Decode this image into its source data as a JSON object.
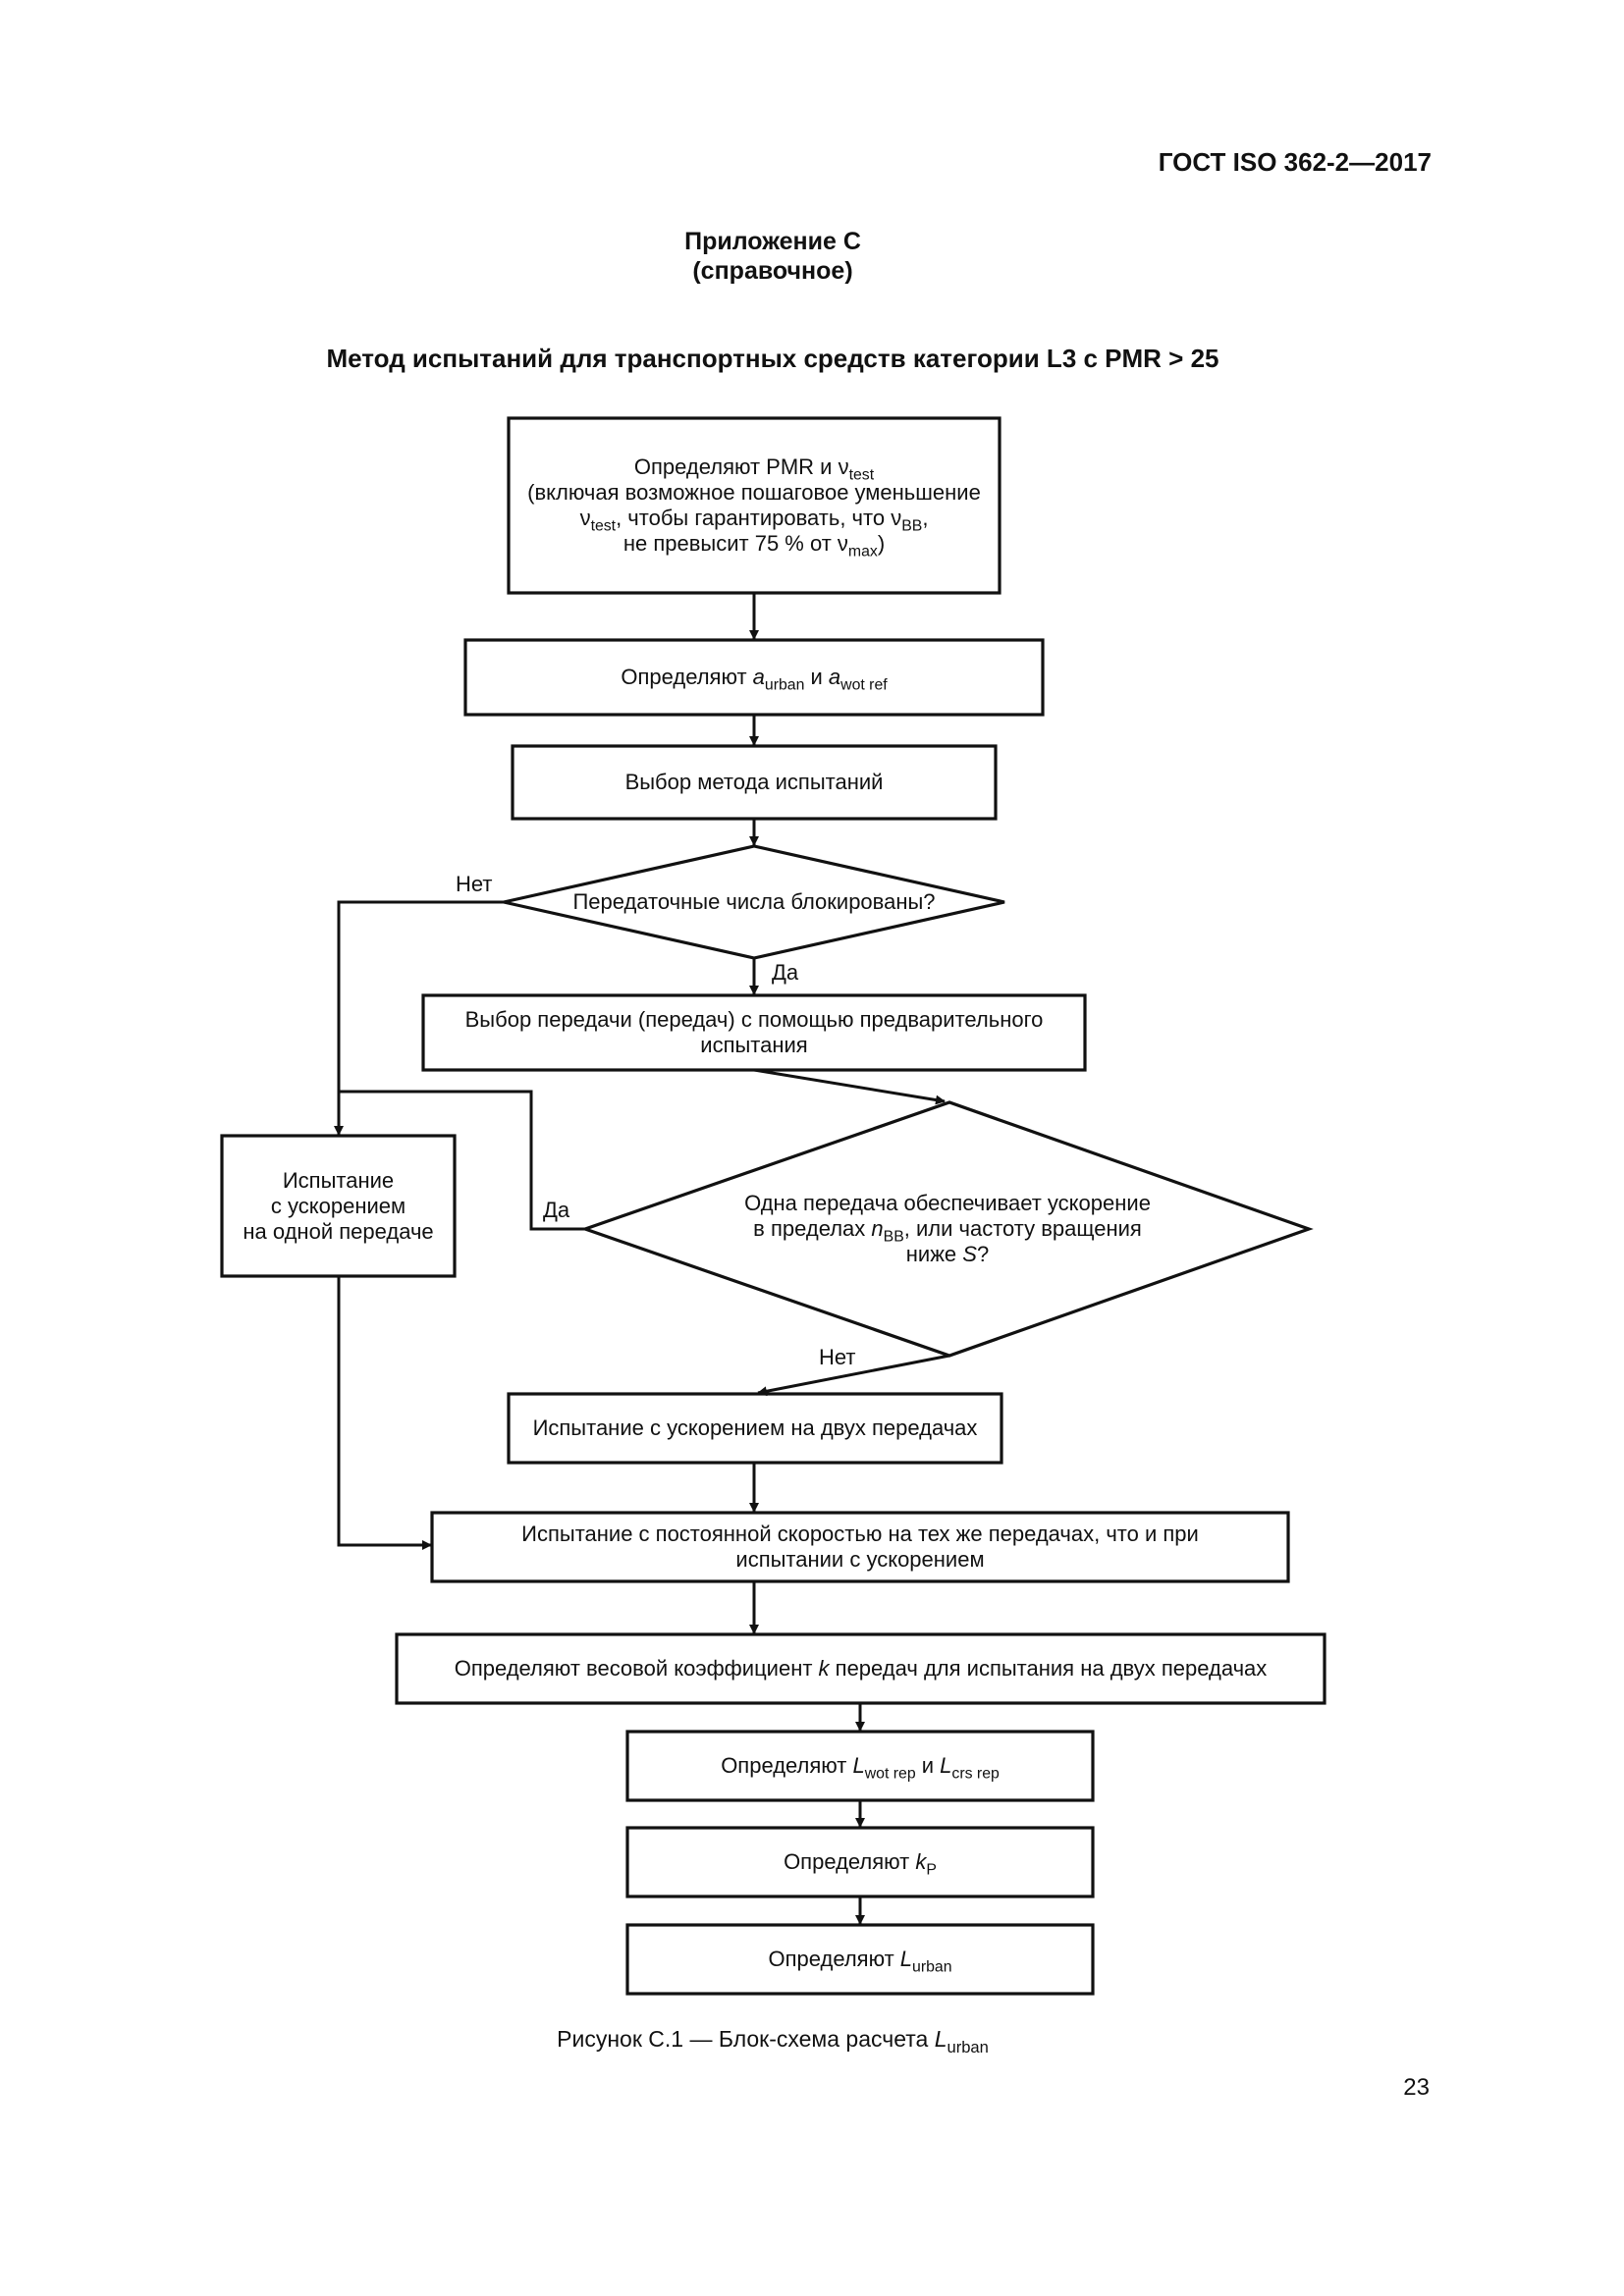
{
  "header": {
    "doc_id": "ГОСТ ISO 362-2—2017"
  },
  "appendix": {
    "title": "Приложение С",
    "subtitle": "(справочное)"
  },
  "section_title": "Метод испытаний для транспортных средств категории L3 с PMR > 25",
  "flow": {
    "box1": {
      "line1_pre": "Определяют PMR и ",
      "line1_sym": "ν",
      "line1_sub": "test",
      "line2": "(включая возможное пошаговое уменьшение",
      "line3_sym": "ν",
      "line3_sub": "test",
      "line3_mid": ", чтобы гарантировать, что ",
      "line3_sym2": "ν",
      "line3_sub2": "BB",
      "line3_end": ",",
      "line4_pre": "не превысит 75 % от ",
      "line4_sym": "ν",
      "line4_sub": "max",
      "line4_end": ")"
    },
    "box2": {
      "pre": "Определяют ",
      "a1": "a",
      "a1_sub": "urban",
      "mid": " и ",
      "a2": "a",
      "a2_sub": "wot ref"
    },
    "box3": {
      "text": "Выбор метода испытаний"
    },
    "decision1": {
      "text": "Передаточные числа блокированы?",
      "no_label": "Нет",
      "yes_label": "Да"
    },
    "box4": {
      "text": "Выбор передачи (передач) с помощью предварительного испытания"
    },
    "box_single": {
      "line1": "Испытание",
      "line2": "с ускорением",
      "line3": "на одной передаче"
    },
    "decision2": {
      "line1": "Одна передача обеспечивает ускорение",
      "line2_pre": "в пределах ",
      "line2_var": "n",
      "line2_sub": "BB",
      "line2_end": ", или частоту вращения",
      "line3_pre": "ниже ",
      "line3_var": "S",
      "line3_end": "?",
      "yes_label": "Да",
      "no_label": "Нет"
    },
    "box_two": {
      "text": "Испытание с ускорением на двух передачах"
    },
    "box_const": {
      "text": "Испытание с постоянной скоростью на тех же передачах, что и при испытании с ускорением"
    },
    "box_k": {
      "pre": "Определяют весовой коэффициент ",
      "var": "k",
      "post": " передач для испытания на двух передачах"
    },
    "box_L": {
      "pre": "Определяют ",
      "v1": "L",
      "s1": "wot rep",
      "mid": " и ",
      "v2": "L",
      "s2": "crs rep"
    },
    "box_kp": {
      "pre": "Определяют ",
      "var": "k",
      "sub": "P"
    },
    "box_Lurban": {
      "pre": "Определяют ",
      "var": "L",
      "sub": "urban"
    }
  },
  "caption": {
    "pre": "Рисунок С.1 — Блок-схема расчета ",
    "var": "L",
    "sub": "urban"
  },
  "page_number": "23"
}
